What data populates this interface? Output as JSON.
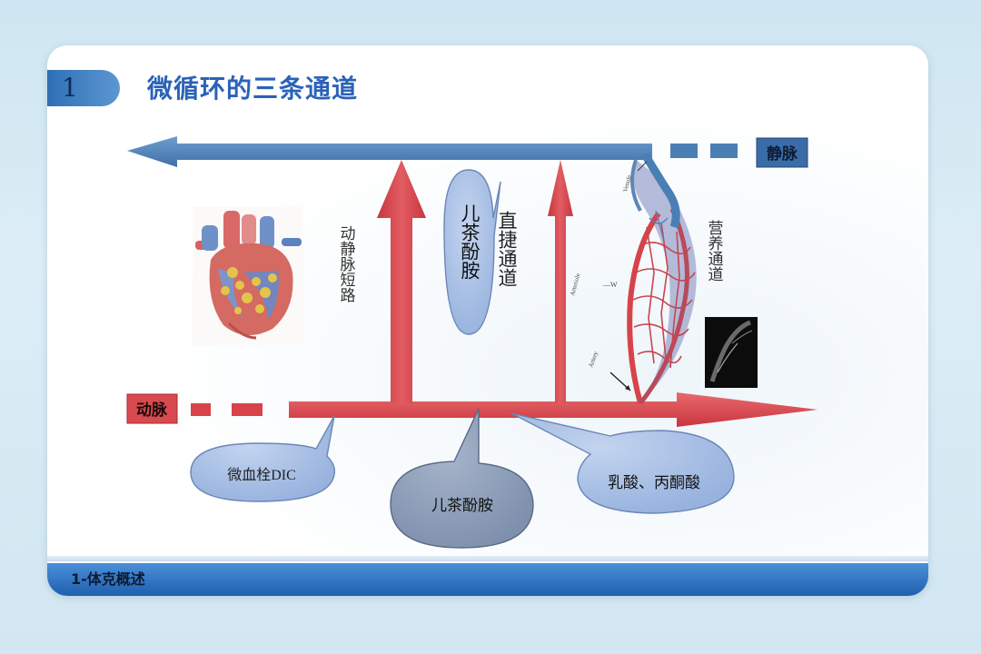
{
  "slide": {
    "number": "1",
    "title": "微循环的三条通道",
    "footer": "1-体克概述"
  },
  "labels": {
    "vein": "静脉",
    "artery": "动脉",
    "av_shunt": "动静脉短路",
    "direct_channel": "直捷通道",
    "nutrient_channel": "营养通道"
  },
  "callouts": {
    "catecholamine_top": "儿茶酚胺",
    "dic": "微血栓DIC",
    "catecholamine_bottom": "儿茶酚胺",
    "lactic": "乳酸、丙酮酸"
  },
  "photo_labels": {
    "venule": "Venule",
    "arteriole": "Arteriole",
    "artery": "Artery",
    "w": "—W"
  },
  "colors": {
    "vein_blue": "#4a7fb5",
    "artery_red": "#d8434a",
    "title_blue": "#2a62b8",
    "callout_fill": "#a8bfe3",
    "callout_dark": "#8a9cb8"
  }
}
